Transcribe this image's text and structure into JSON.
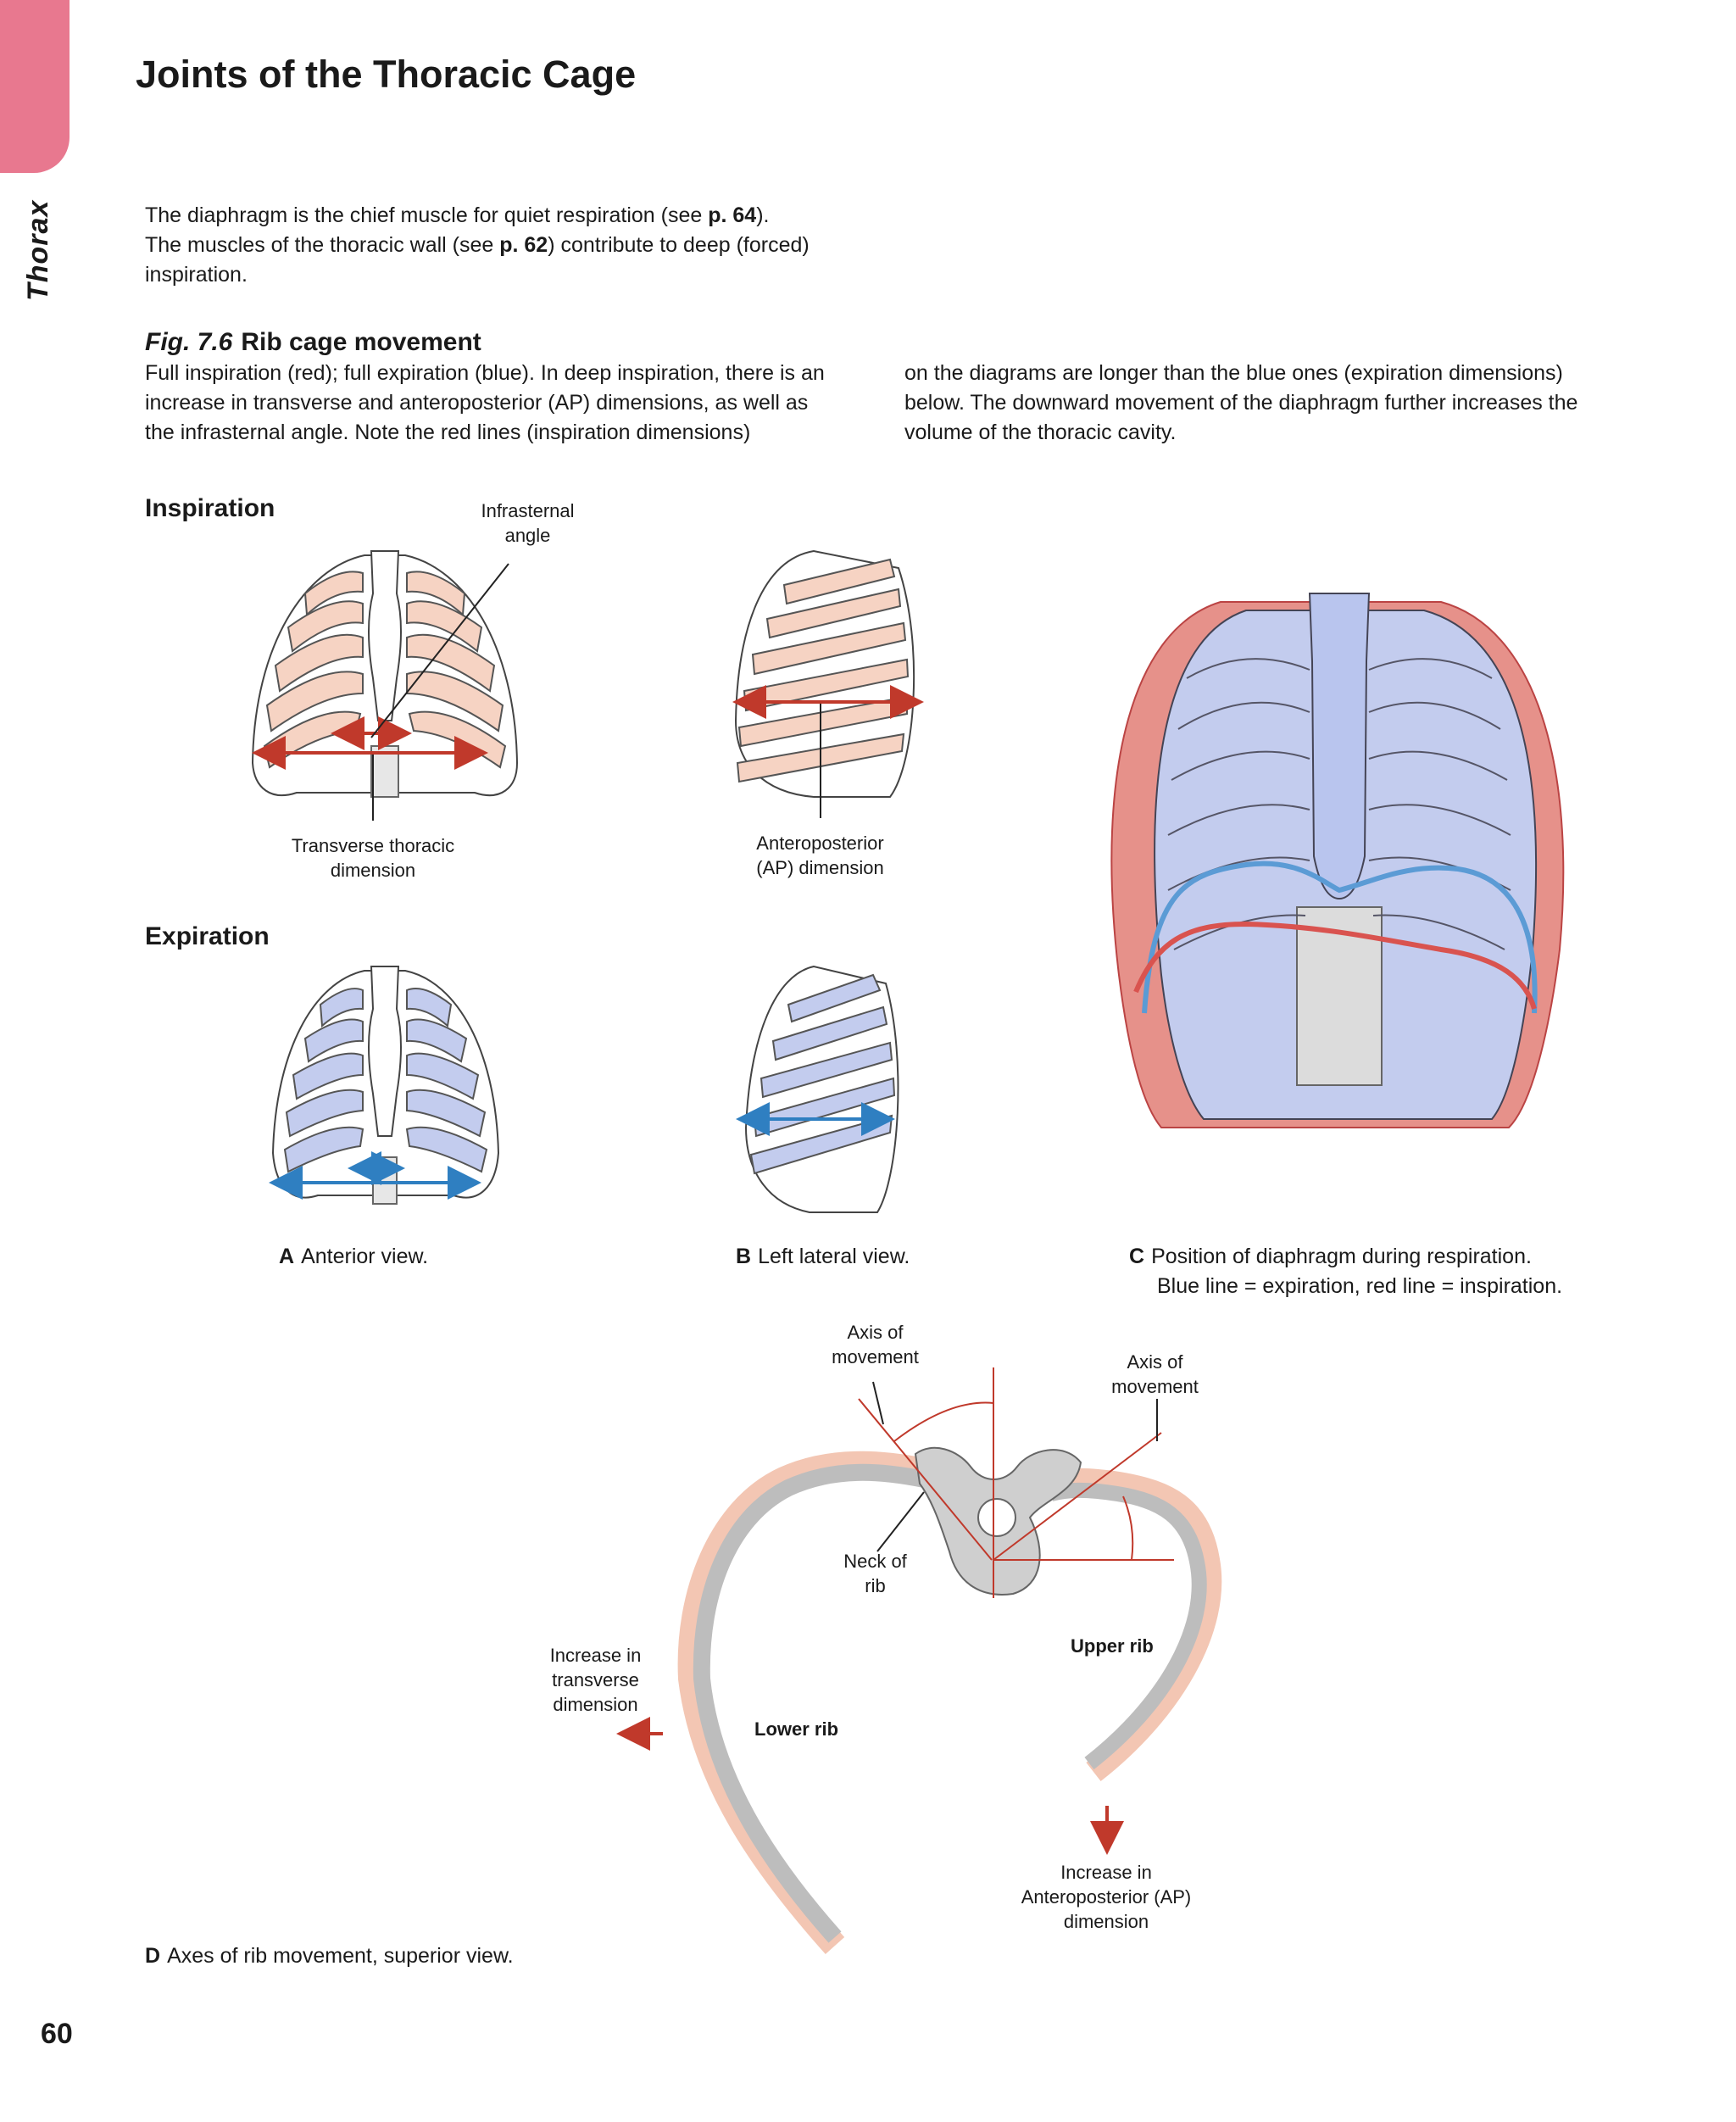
{
  "section_tab": "Thorax",
  "page_title": "Joints of the Thoracic Cage",
  "intro": {
    "line1_pre": "The diaphragm is the chief muscle for quiet respiration (see ",
    "line1_ref": "p. 64",
    "line1_post": ").",
    "line2_pre": "The muscles of the thoracic wall (see ",
    "line2_ref": "p. 62",
    "line2_post": ") contribute to deep (forced) inspiration."
  },
  "figure": {
    "number": "Fig. 7.6",
    "title": "Rib cage movement",
    "caption_left": "Full inspiration (red); full expiration (blue). In deep inspiration, there is an increase in transverse and anteroposterior (AP) dimensions, as well as the infrasternal angle. Note the red lines (inspiration dimensions)",
    "caption_right": "on the diagrams are longer than the blue ones (expiration dimensions) below. The downward movement of the diaphragm further increases the volume of the thoracic cavity."
  },
  "labels": {
    "inspiration": "Inspiration",
    "expiration": "Expiration",
    "infrasternal_angle": "Infrasternal angle",
    "transverse_thoracic_dimension": "Transverse thoracic dimension",
    "ap_dimension": "Anteroposterior (AP) dimension",
    "axis_of_movement_1": "Axis of movement",
    "axis_of_movement_2": "Axis of movement",
    "neck_of_rib": "Neck of rib",
    "upper_rib": "Upper rib",
    "lower_rib": "Lower rib",
    "increase_transverse": "Increase in transverse dimension",
    "increase_ap": "Increase in Anteroposterior (AP) dimension"
  },
  "subfigures": {
    "a_letter": "A",
    "a_text": "Anterior view.",
    "b_letter": "B",
    "b_text": "Left lateral view.",
    "c_letter": "C",
    "c_text_1": "Position of diaphragm during respiration.",
    "c_text_2": "Blue line = expiration, red line = inspiration.",
    "d_letter": "D",
    "d_text": "Axes of rib movement, superior view."
  },
  "colors": {
    "tab_pink": "#e8788f",
    "inspiration_red": "#c0392b",
    "expiration_blue": "#2f7fc1",
    "rib_peach": "#f6d3c3",
    "rib_blue": "#c3ccee"
  },
  "page_number": "60"
}
